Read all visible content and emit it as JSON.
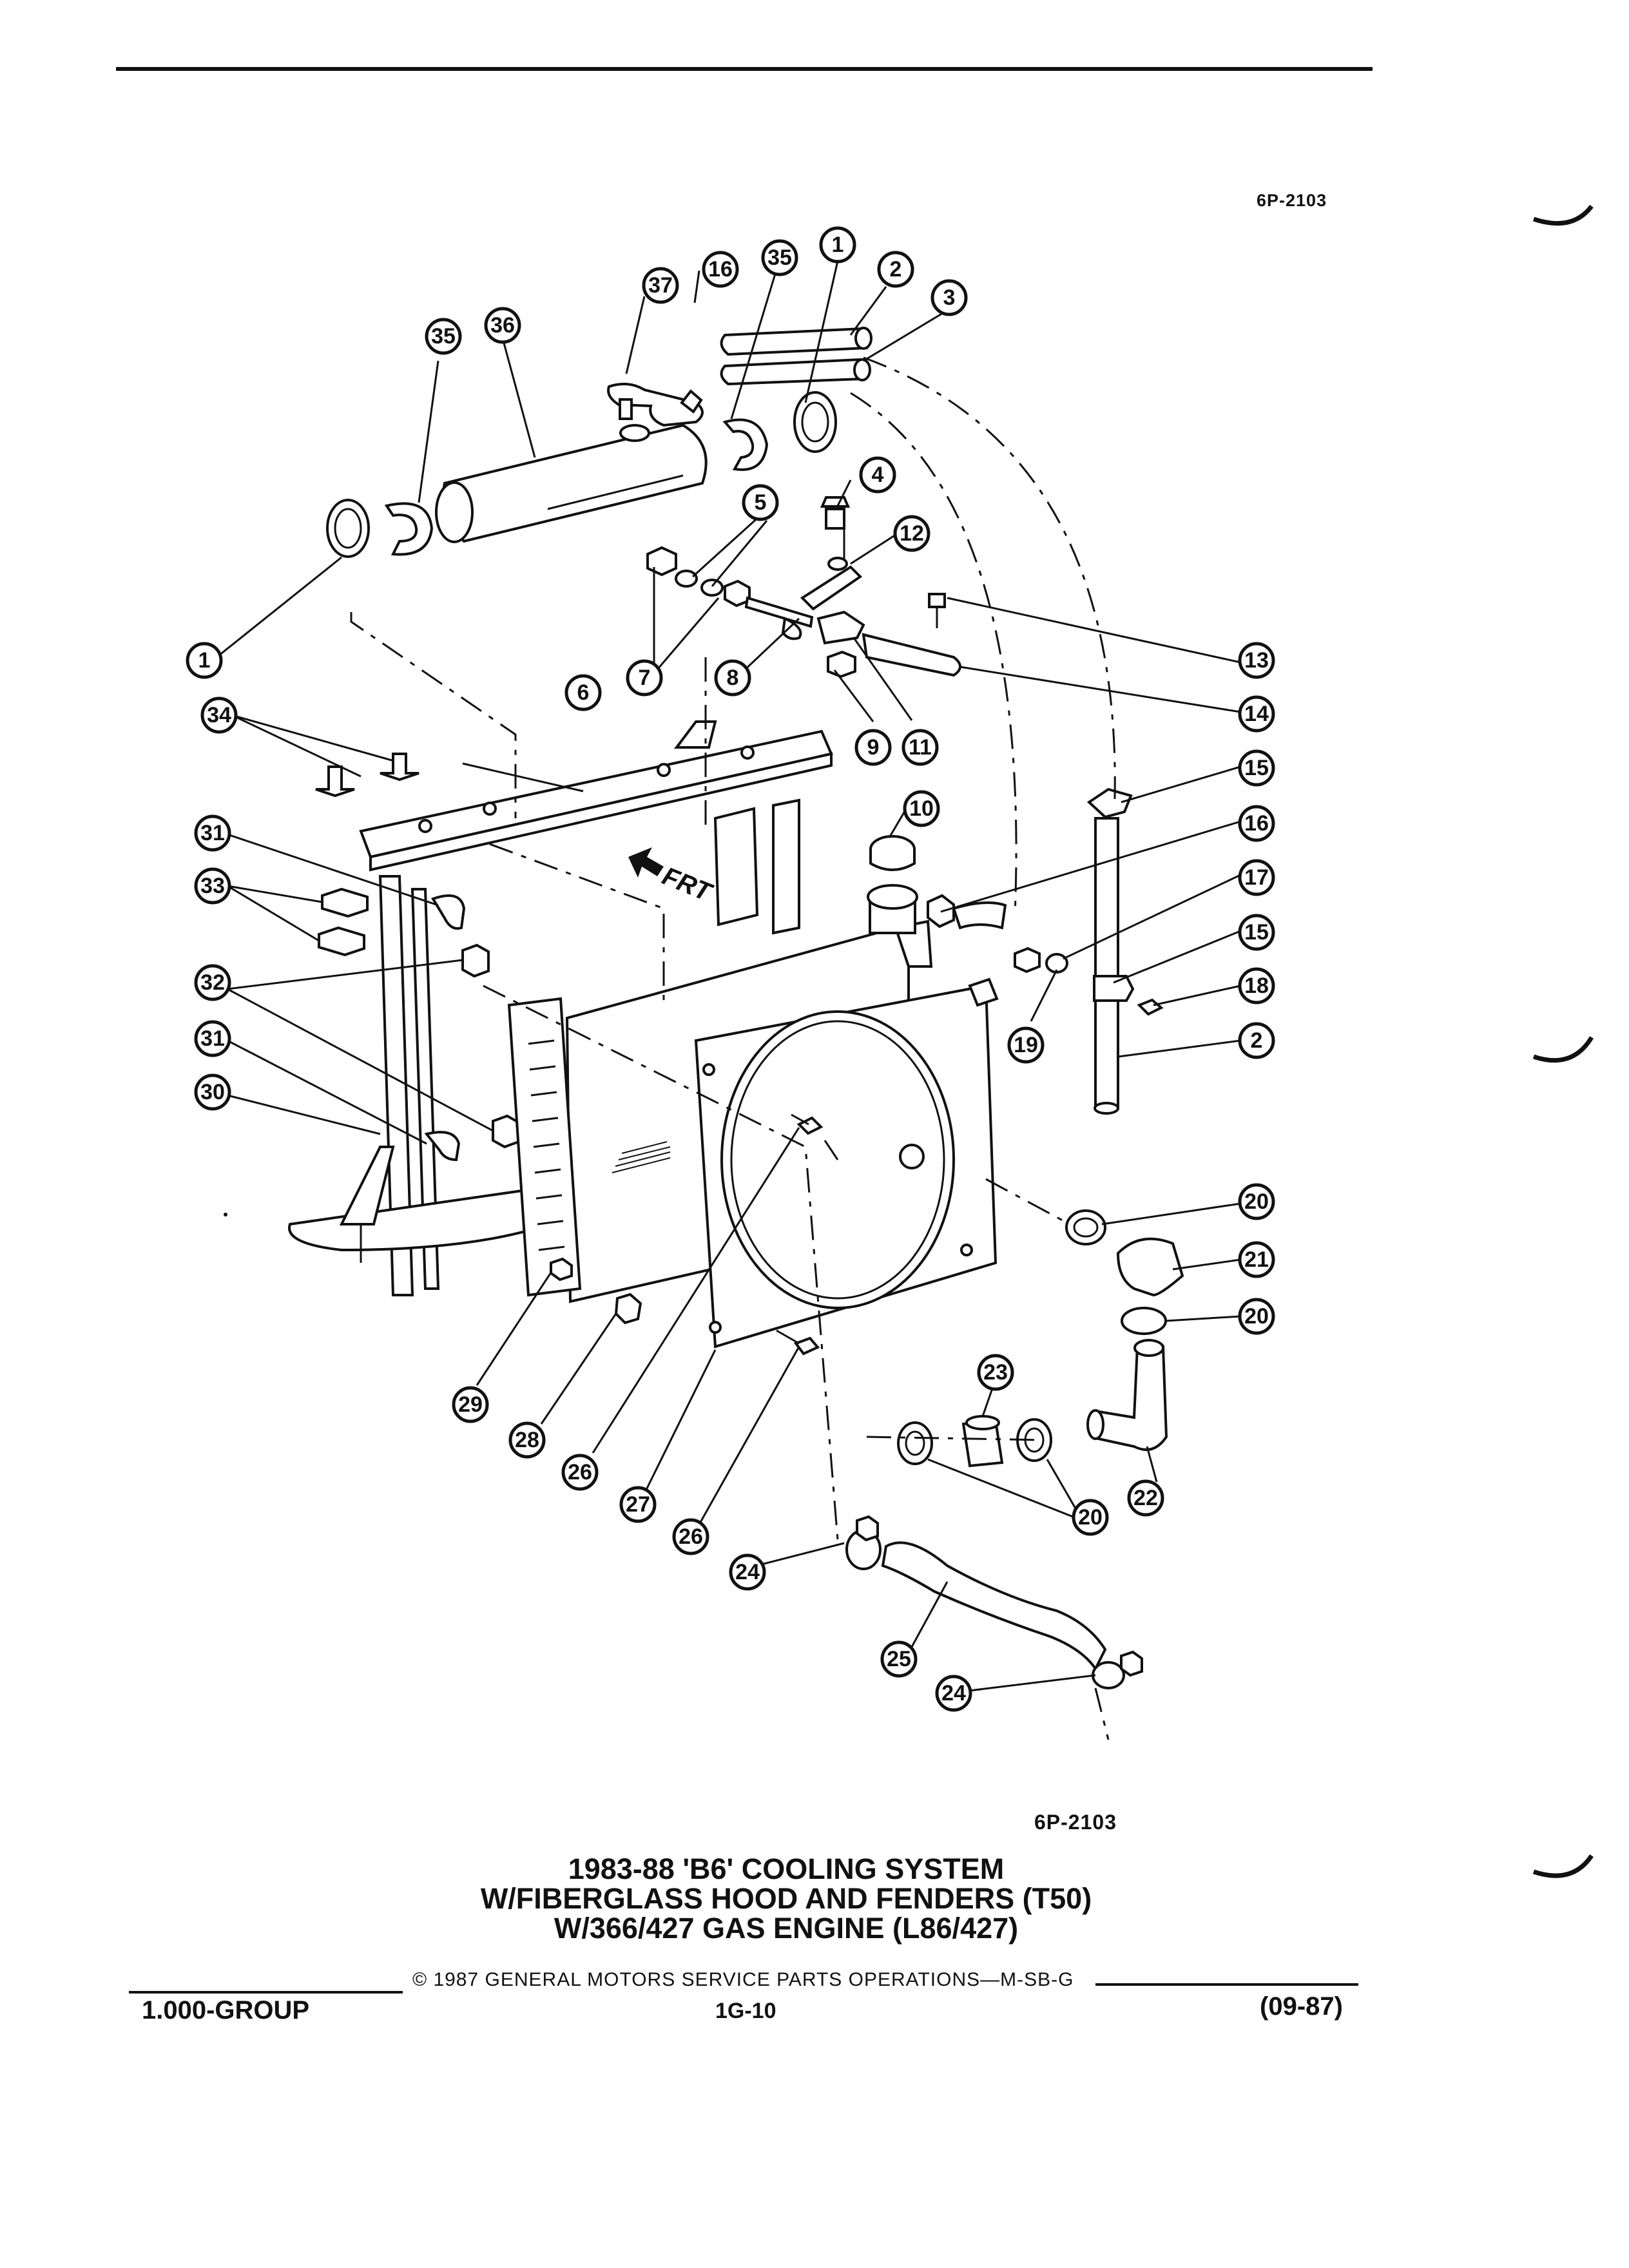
{
  "header": {
    "ref_code": "6P-2103"
  },
  "diagram": {
    "ref_code": "6P-2103",
    "front_indicator": "FRT",
    "callouts": [
      "1",
      "2",
      "3",
      "4",
      "5",
      "6",
      "7",
      "8",
      "9",
      "10",
      "11",
      "12",
      "13",
      "14",
      "15",
      "16",
      "17",
      "18",
      "19",
      "20",
      "21",
      "22",
      "23",
      "24",
      "25",
      "26",
      "27",
      "28",
      "29",
      "30",
      "31",
      "32",
      "33",
      "34",
      "35",
      "36",
      "37"
    ]
  },
  "title": {
    "line1": "1983-88 'B6' COOLING SYSTEM",
    "line2": "W/FIBERGLASS HOOD AND FENDERS (T50)",
    "line3": "W/366/427 GAS ENGINE (L86/427)"
  },
  "footer": {
    "copyright": "© 1987 GENERAL MOTORS SERVICE PARTS OPERATIONS—M-SB-G",
    "group": "1.000-GROUP",
    "page": "1G-10",
    "date": "(09-87)"
  }
}
